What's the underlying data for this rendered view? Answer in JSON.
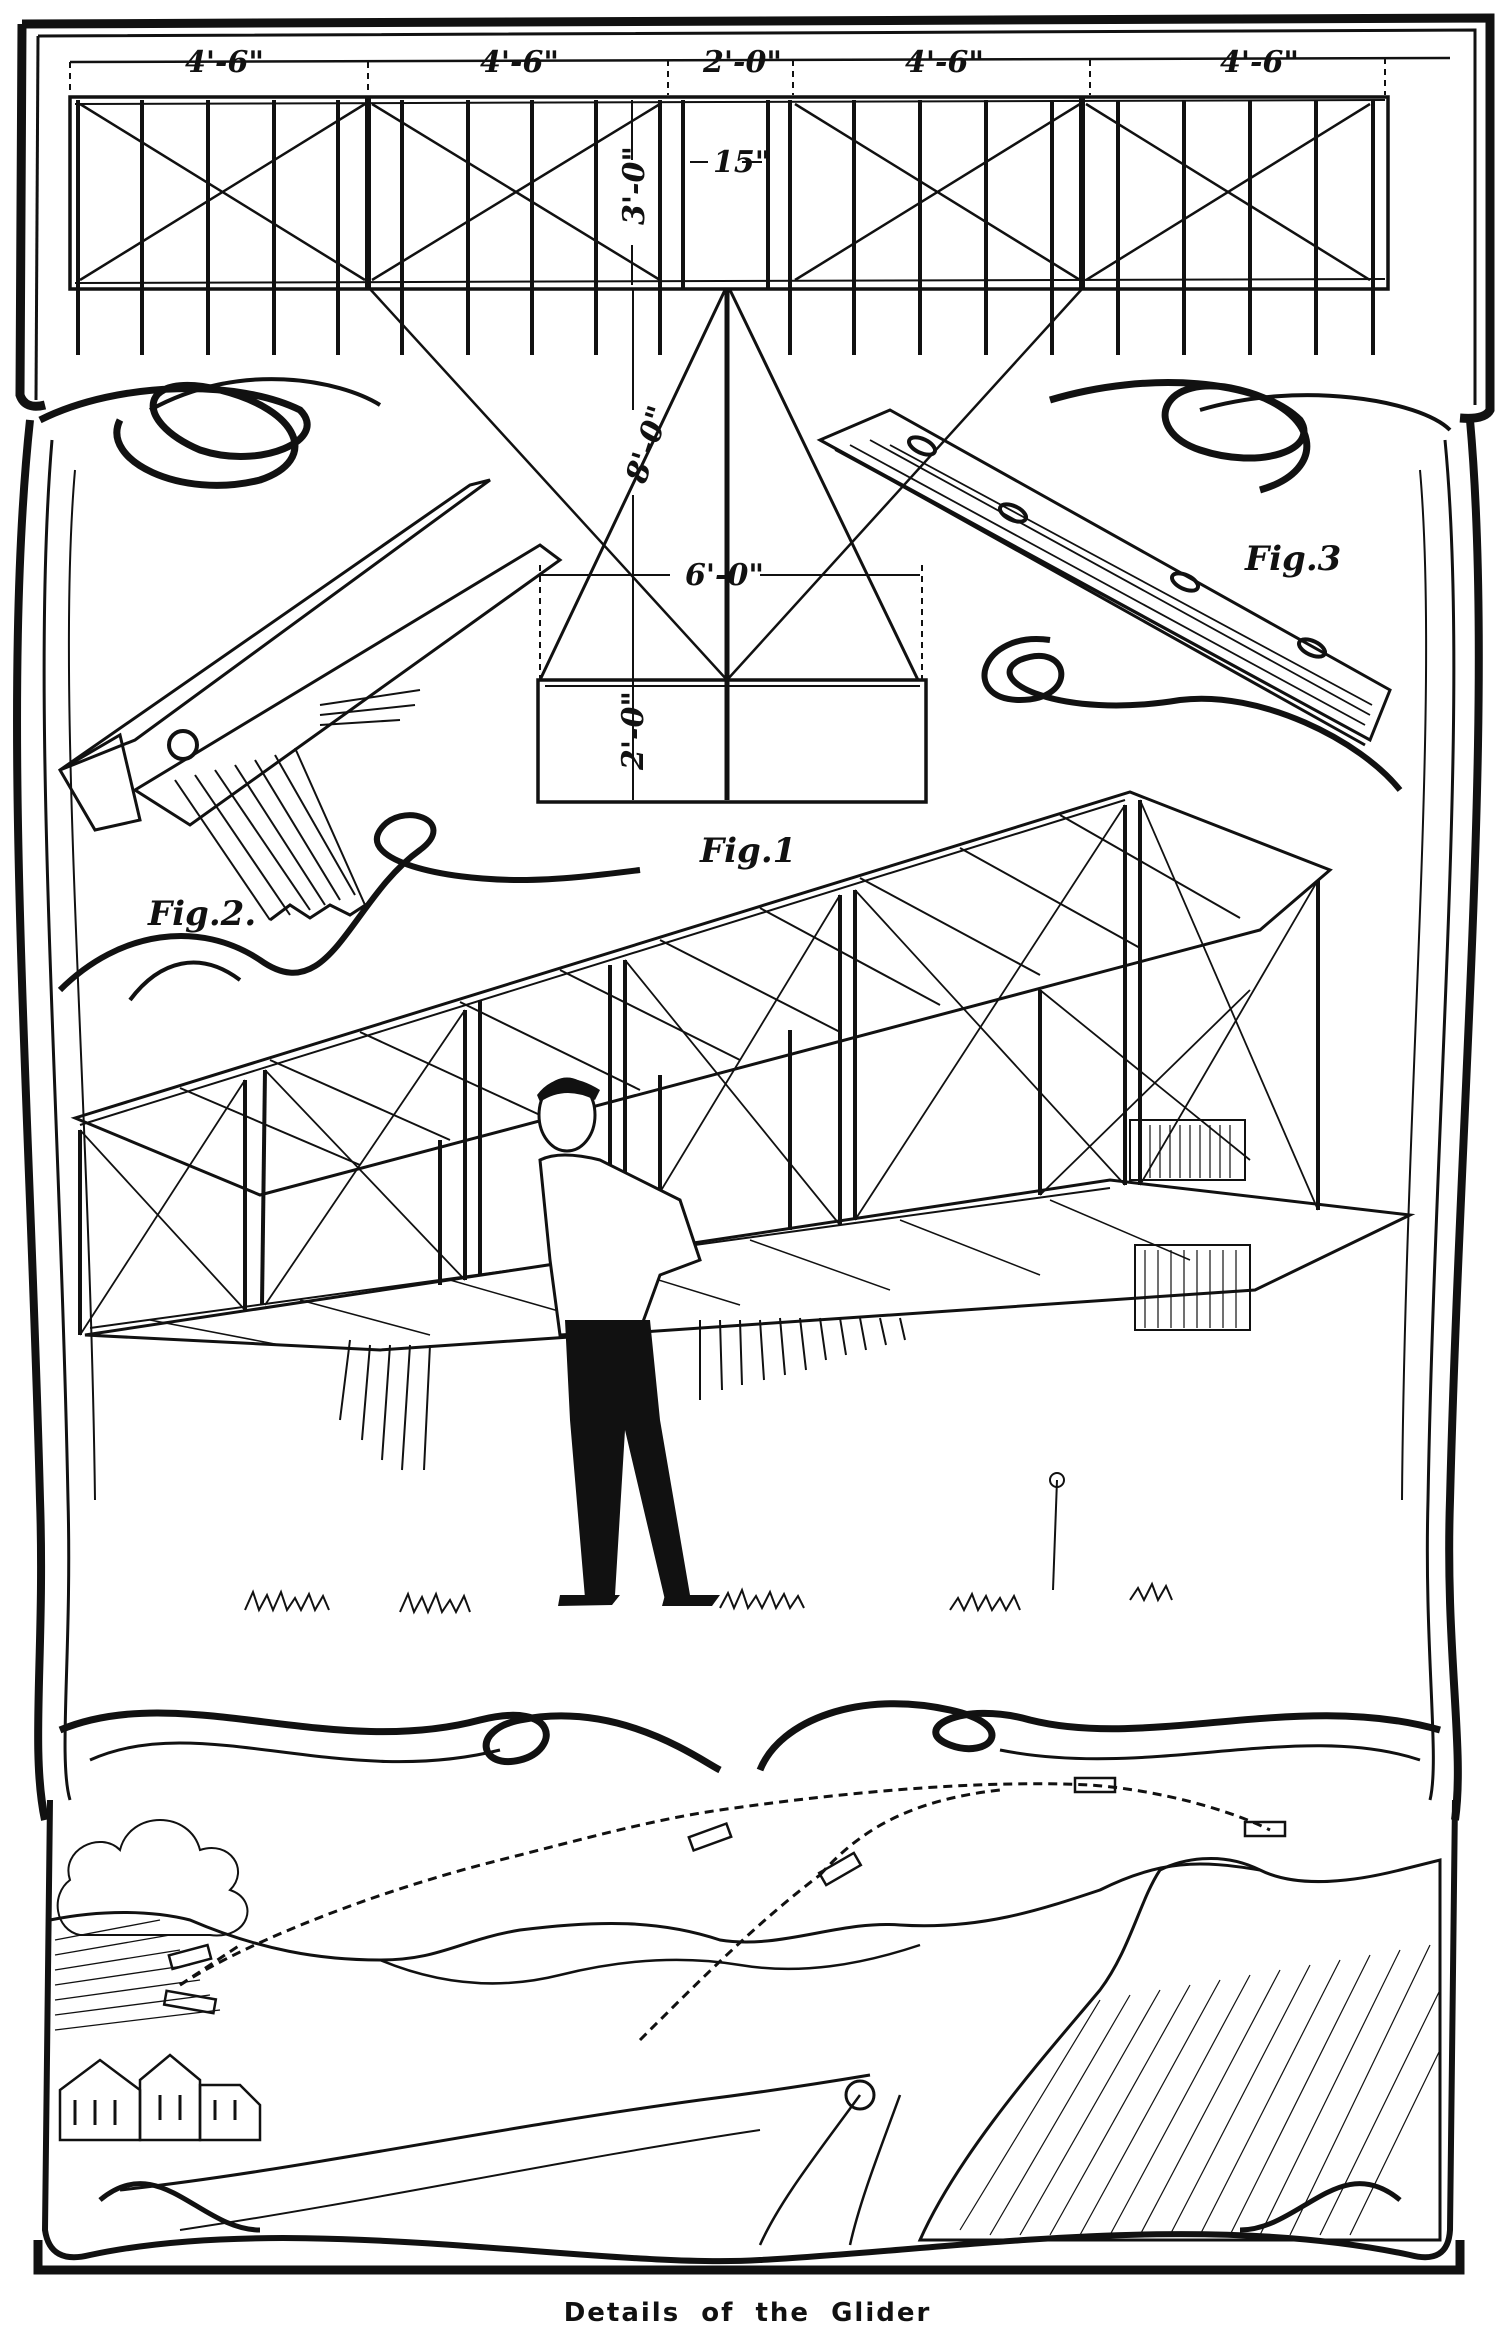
{
  "page": {
    "caption": "Details of the Glider",
    "ink_color": "#111111",
    "paper_color": "#ffffff"
  },
  "plan_view": {
    "dimensions_top": [
      "4'-6\"",
      "4'-6\"",
      "2'-0\"",
      "4'-6\"",
      "4'-6\""
    ],
    "wing_depth": "3'-0\"",
    "center_gap": "15\"",
    "tail_boom_length": "8'-0\"",
    "tail_width": "6'-0\"",
    "tail_depth": "2'-0\""
  },
  "figures": {
    "fig1": "Fig.1",
    "fig2": "Fig.2.",
    "fig3": "Fig.3"
  },
  "scenes": {
    "main": "Man holding biplane glider standing on grass",
    "bottom": "Landscape with glider flight path over valley, houses and train"
  }
}
